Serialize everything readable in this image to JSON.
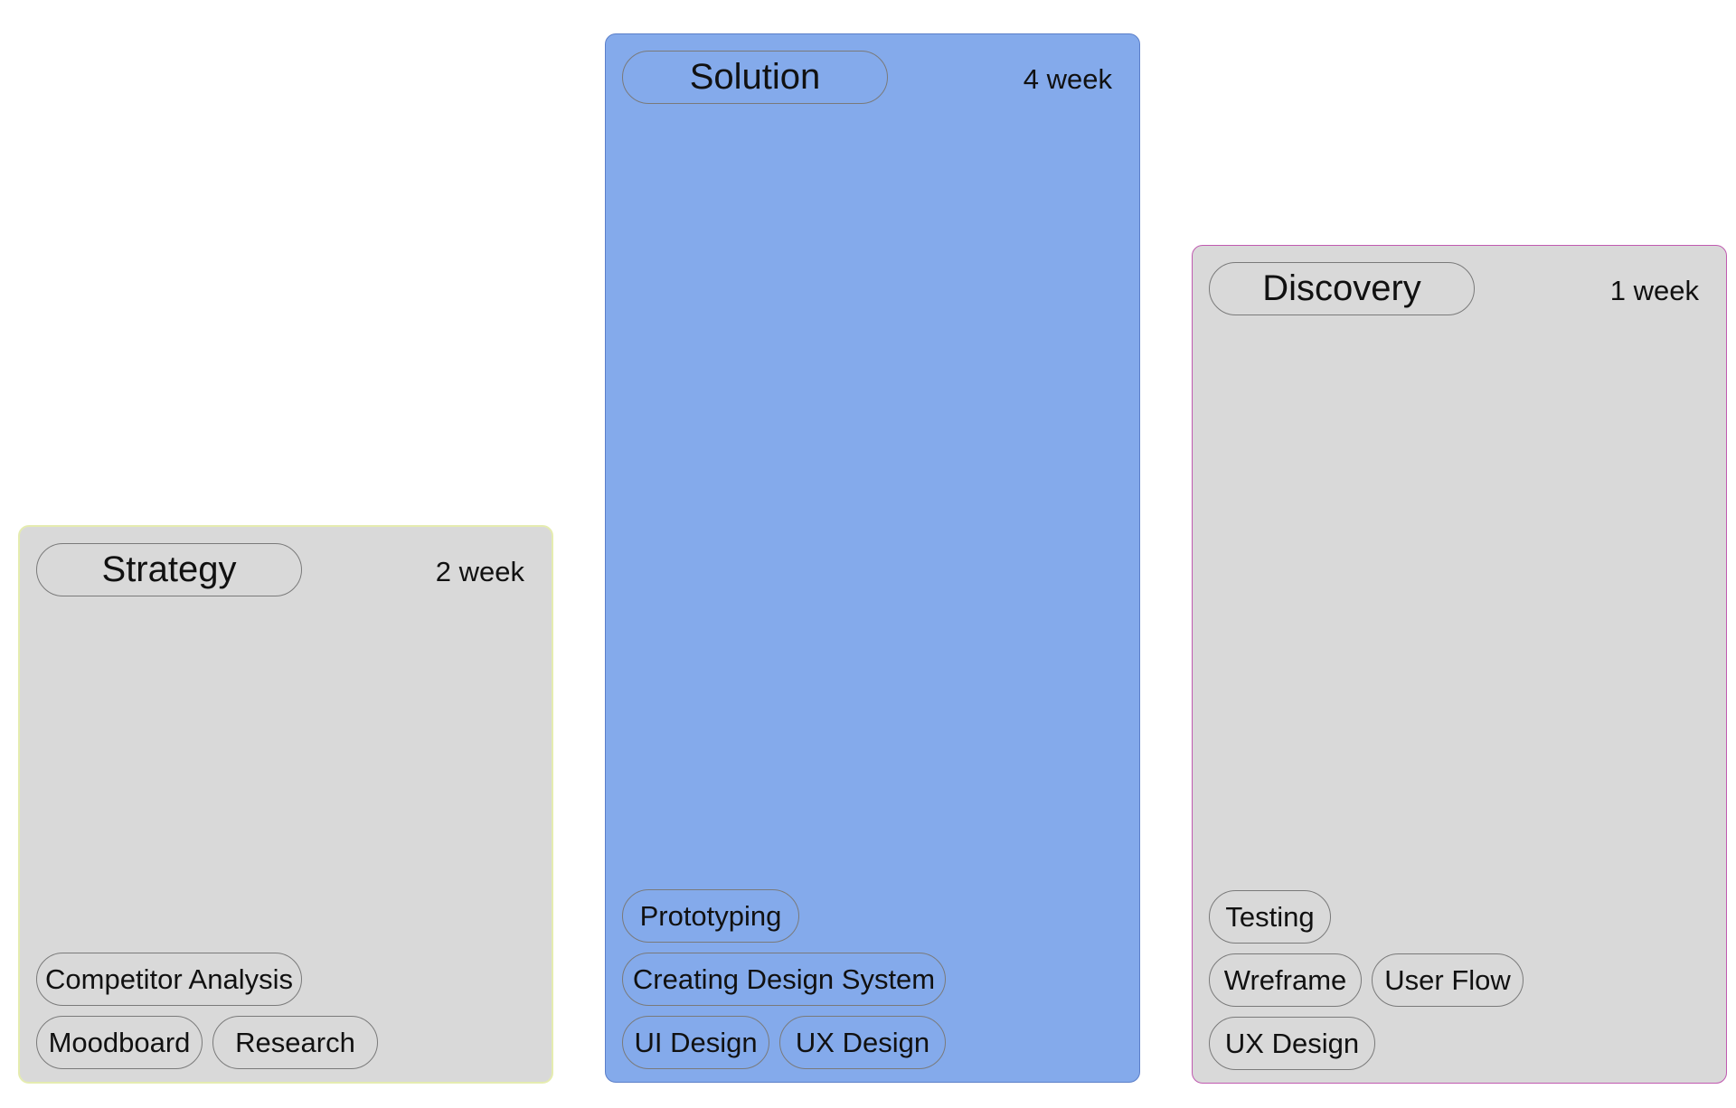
{
  "colors": {
    "page_background": "#ffffff",
    "card_gray": "#d9d9d9",
    "card_blue": "#84aaeb",
    "strategy_border": "#e5ecb0",
    "solution_border": "#5b7fc9",
    "discovery_border": "#c05ab0",
    "pill_border": "#7a7a7a"
  },
  "cards": [
    {
      "title": "Strategy",
      "duration": "2 week",
      "tag_rows": [
        [
          "Competitor Analysis"
        ],
        [
          "Moodboard",
          "Research"
        ]
      ]
    },
    {
      "title": "Solution",
      "duration": "4 week",
      "tag_rows": [
        [
          "Prototyping"
        ],
        [
          "Creating Design System"
        ],
        [
          "UI Design",
          "UX Design"
        ]
      ]
    },
    {
      "title": "Discovery",
      "duration": "1 week",
      "tag_rows": [
        [
          "Testing"
        ],
        [
          "Wreframe",
          "User Flow"
        ],
        [
          "UX Design"
        ]
      ]
    }
  ]
}
